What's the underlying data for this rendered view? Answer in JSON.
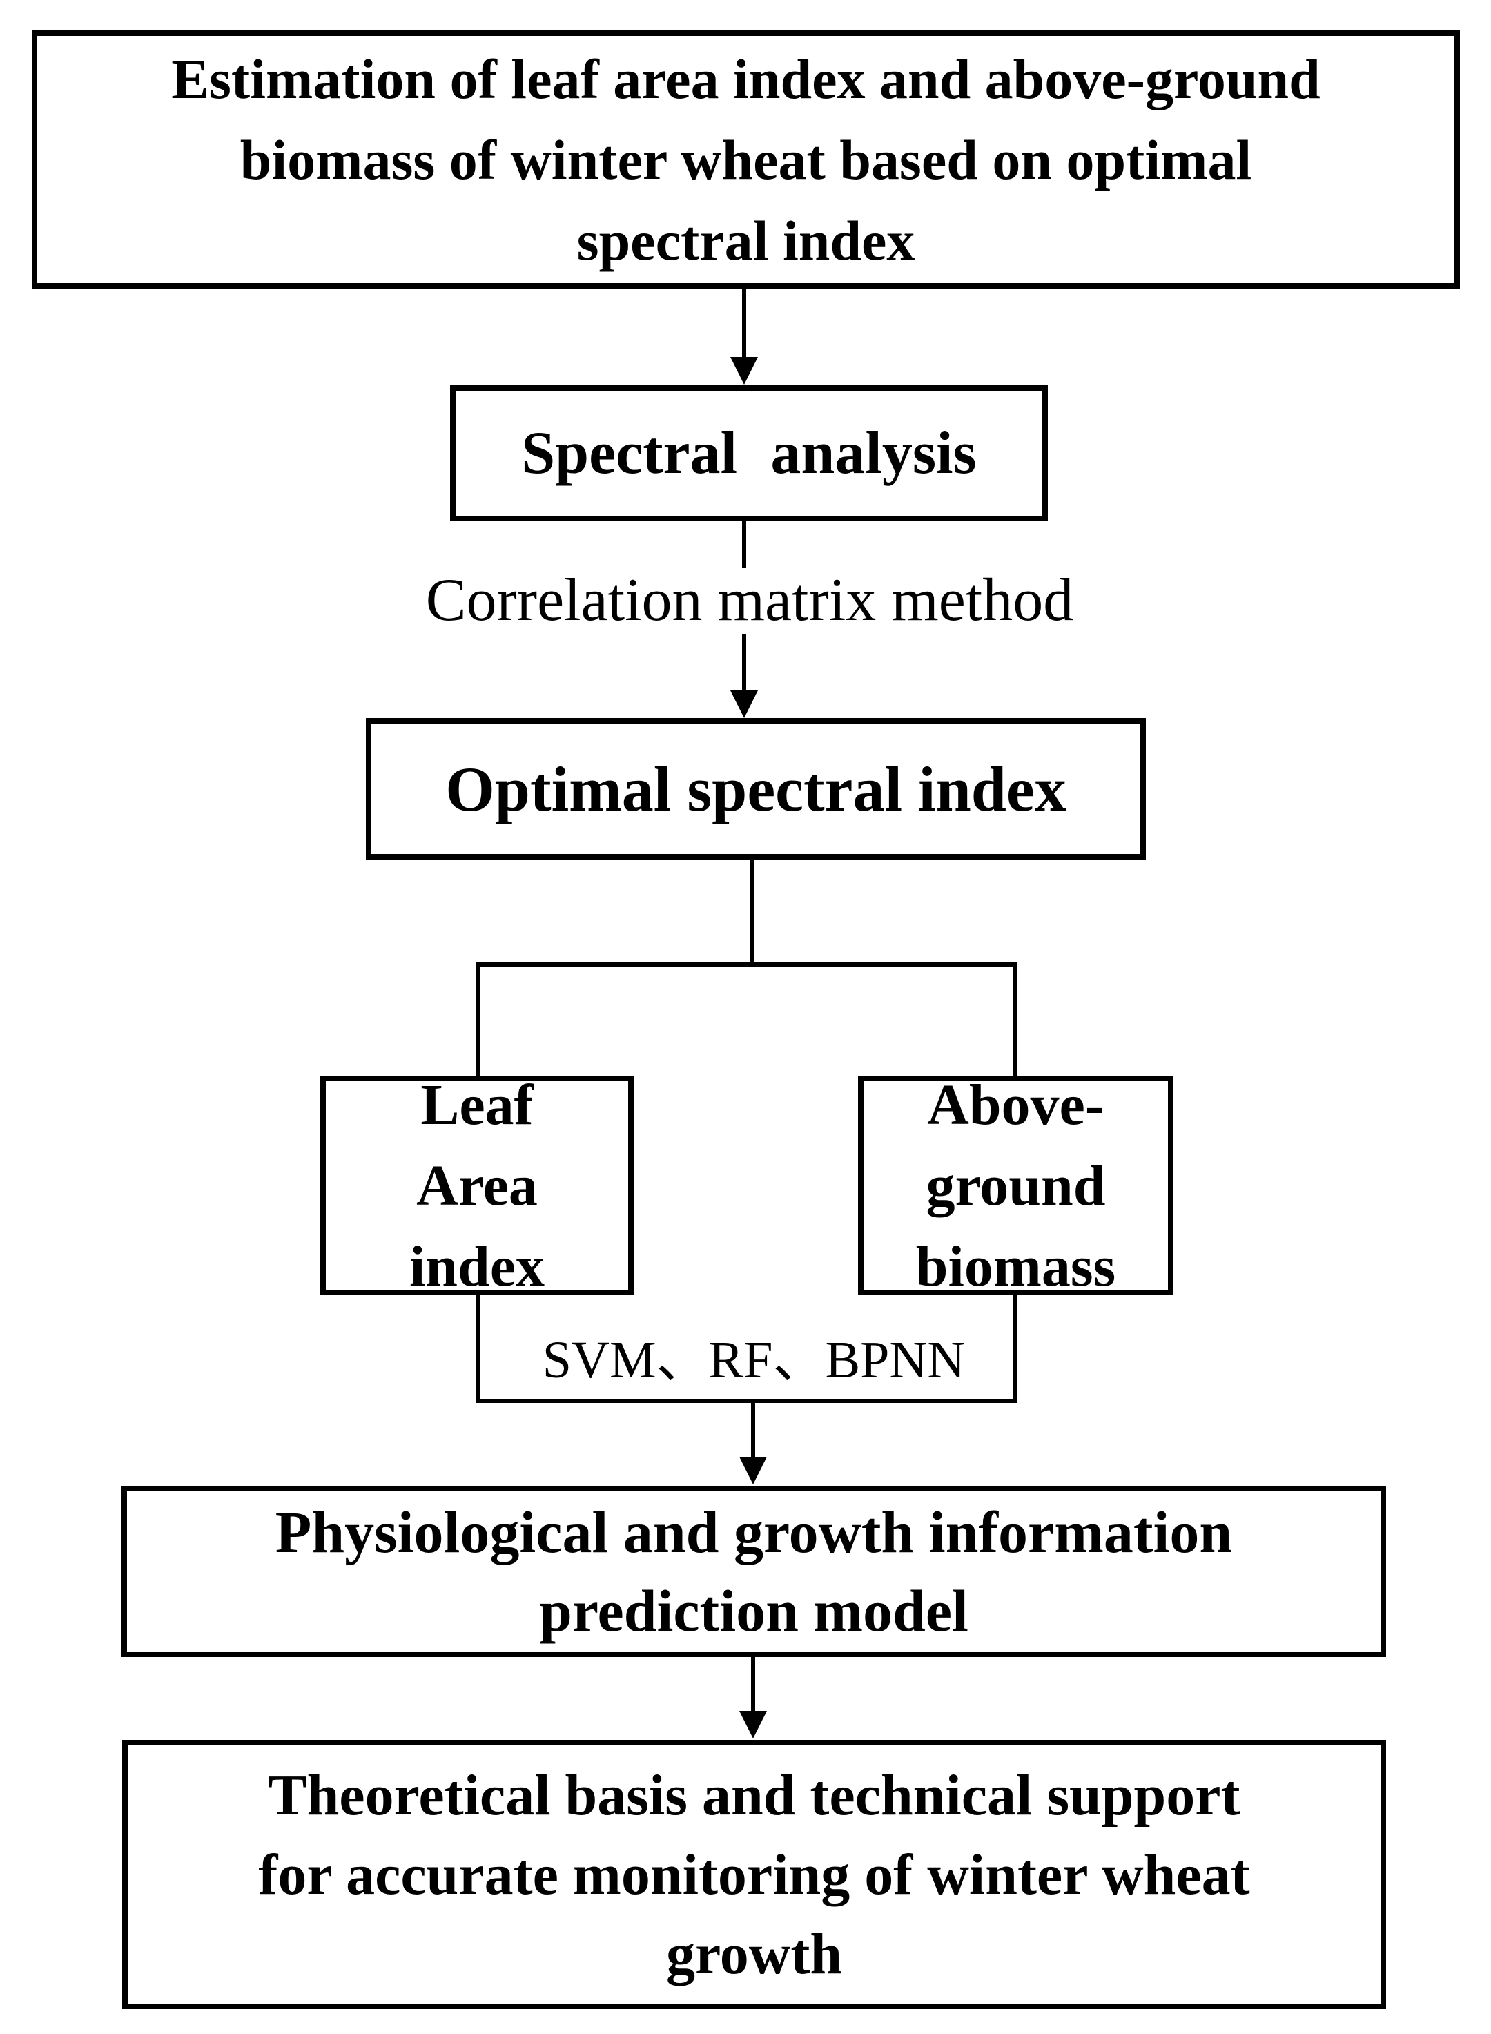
{
  "page": {
    "background": "#ffffff",
    "line_color": "#000000",
    "text_color": "#000000"
  },
  "flowchart": {
    "nodes": {
      "title_box": {
        "lines": [
          "Estimation of leaf area index and above-ground",
          "biomass of winter wheat based on optimal",
          "spectral index"
        ]
      },
      "spectral_box": {
        "label": "Spectral analysis"
      },
      "optimal_box": {
        "label": "Optimal spectral index"
      },
      "lai_box": {
        "lines": [
          "Leaf",
          "Area",
          "index"
        ]
      },
      "agb_box": {
        "lines": [
          "Above-",
          "ground",
          "biomass"
        ]
      },
      "prediction_box": {
        "lines": [
          "Physiological and growth information",
          "prediction model"
        ]
      },
      "outcome_box": {
        "lines": [
          "Theoretical basis and technical support",
          "for accurate monitoring of winter wheat",
          "growth"
        ]
      }
    },
    "edge_labels": {
      "correlation": "Correlation matrix method",
      "models": "SVM、RF、BPNN"
    }
  }
}
